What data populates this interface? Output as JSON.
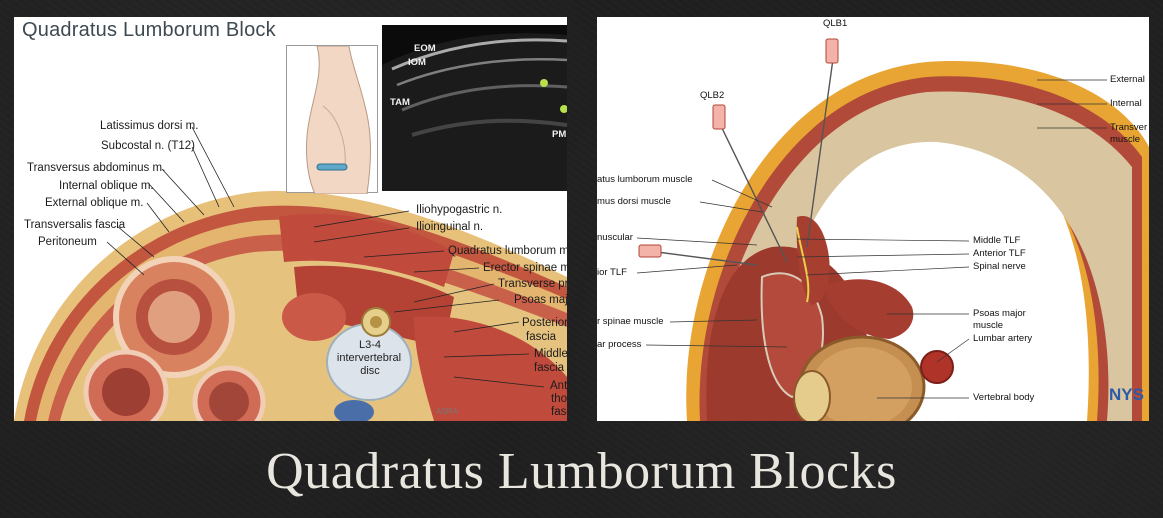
{
  "title": "Quadratus Lumborum Blocks",
  "left_figure": {
    "title": "Quadratus Lumborum Block",
    "ultrasound_labels": [
      "EOM",
      "IOM",
      "TAM",
      "PM"
    ],
    "labels": [
      "Latissimus dorsi m.",
      "Subcostal n. (T12)",
      "Transversus abdominus m.",
      "Internal oblique m.",
      "External oblique m.",
      "Transversalis fascia",
      "Peritoneum",
      "Iliohypogastric n.",
      "Ilioinguinal n.",
      "Quadratus lumborum m",
      "Erector spinae m",
      "Transverse pr",
      "Psoas majo",
      "Posterior",
      "fascia",
      "Middle",
      "fascia",
      "Ant",
      "tho",
      "fasc"
    ],
    "disc_label_line1": "L3-4",
    "disc_label_line2": "intervertebral",
    "disc_label_line3": "disc",
    "signature": "ASRA"
  },
  "right_figure": {
    "needle_labels": [
      "QLB1",
      "QLB2"
    ],
    "labels_left": [
      "atus lumborum muscle",
      "mus dorsi muscle",
      "nuscular",
      "ior TLF",
      "r spinae muscle",
      "ar process"
    ],
    "labels_right": [
      "External",
      "Internal",
      "Transver",
      "muscle",
      "Middle TLF",
      "Anterior TLF",
      "Spinal nerve",
      "Psoas major",
      "muscle",
      "Lumbar artery",
      "Vertebral body"
    ],
    "watermark": "NYS"
  },
  "colors": {
    "background": "#1f1f1f",
    "title_text": "#e8e6de",
    "muscle": "#b8473a",
    "fat": "#e7a93a",
    "bone": "#c9a26a"
  }
}
